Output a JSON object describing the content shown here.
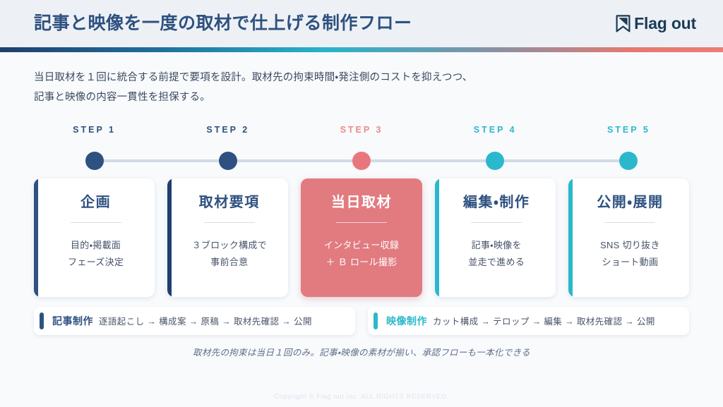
{
  "header": {
    "title": "記事と映像を一度の取材で仕上げる制作フロー",
    "brand_name": "Flag out",
    "brand_mark_icon": "bookmark-flag-icon"
  },
  "colors": {
    "navy": "#2e5180",
    "navy_deep": "#1f3f6e",
    "coral": "#e17b80",
    "coral_text": "#ee8a84",
    "teal": "#2bb8cc",
    "header_bg": "#edf1f6",
    "page_bg": "#f8fafc",
    "body_text": "#3c4a60"
  },
  "lead": {
    "line1": "当日取材を１回に統合する前提で要項を設計。取材先の拘束時間・発注側のコストを抑えつつ、",
    "line2": "記事と映像の内容一貫性を担保する。"
  },
  "steps": [
    {
      "label": "STEP 1",
      "label_color": "#2e5180",
      "dot_color": "#2e5180",
      "accent_color": "#2e5180",
      "title": "企画",
      "desc_line1": "目的・掲載面",
      "desc_line2": "フェーズ決定",
      "highlight": false
    },
    {
      "label": "STEP 2",
      "label_color": "#2e5180",
      "dot_color": "#2e5180",
      "accent_color": "#1f3f6e",
      "title": "取材要項",
      "desc_line1": "３ブロック構成で",
      "desc_line2": "事前合意",
      "highlight": false
    },
    {
      "label": "STEP 3",
      "label_color": "#ee8a84",
      "dot_color": "#e8777d",
      "accent_color": "#e17b80",
      "title": "当日取材",
      "desc_line1": "インタビュー収録",
      "desc_line2": "＋ Ｂ ロール撮影",
      "highlight": true
    },
    {
      "label": "STEP 4",
      "label_color": "#2bb8cc",
      "dot_color": "#2bb8cc",
      "accent_color": "#2bb8cc",
      "title": "編集・制作",
      "desc_line1": "記事・映像を",
      "desc_line2": "並走で進める",
      "highlight": false
    },
    {
      "label": "STEP 5",
      "label_color": "#2bb8cc",
      "dot_color": "#2bb8cc",
      "accent_color": "#2bb8cc",
      "title": "公開・展開",
      "desc_line1": "SNS 切り抜き",
      "desc_line2": "ショート動画",
      "highlight": false
    }
  ],
  "tracks": [
    {
      "name": "記事制作",
      "name_color": "#2e5180",
      "bar_color": "#2e5180",
      "flow": "逐語起こし → 構成案 → 原稿 → 取材先確認 → 公開"
    },
    {
      "name": "映像制作",
      "name_color": "#2bb8cc",
      "bar_color": "#2bb8cc",
      "flow": "カット構成 → テロップ → 編集 → 取材先確認 → 公開"
    }
  ],
  "footnote": "取材先の拘束は当日１回のみ。記事・映像の素材が揃い、承認フローも一本化できる",
  "copyright": "Copyright © Flag out Inc. ALL RIGHTS RESERVED."
}
